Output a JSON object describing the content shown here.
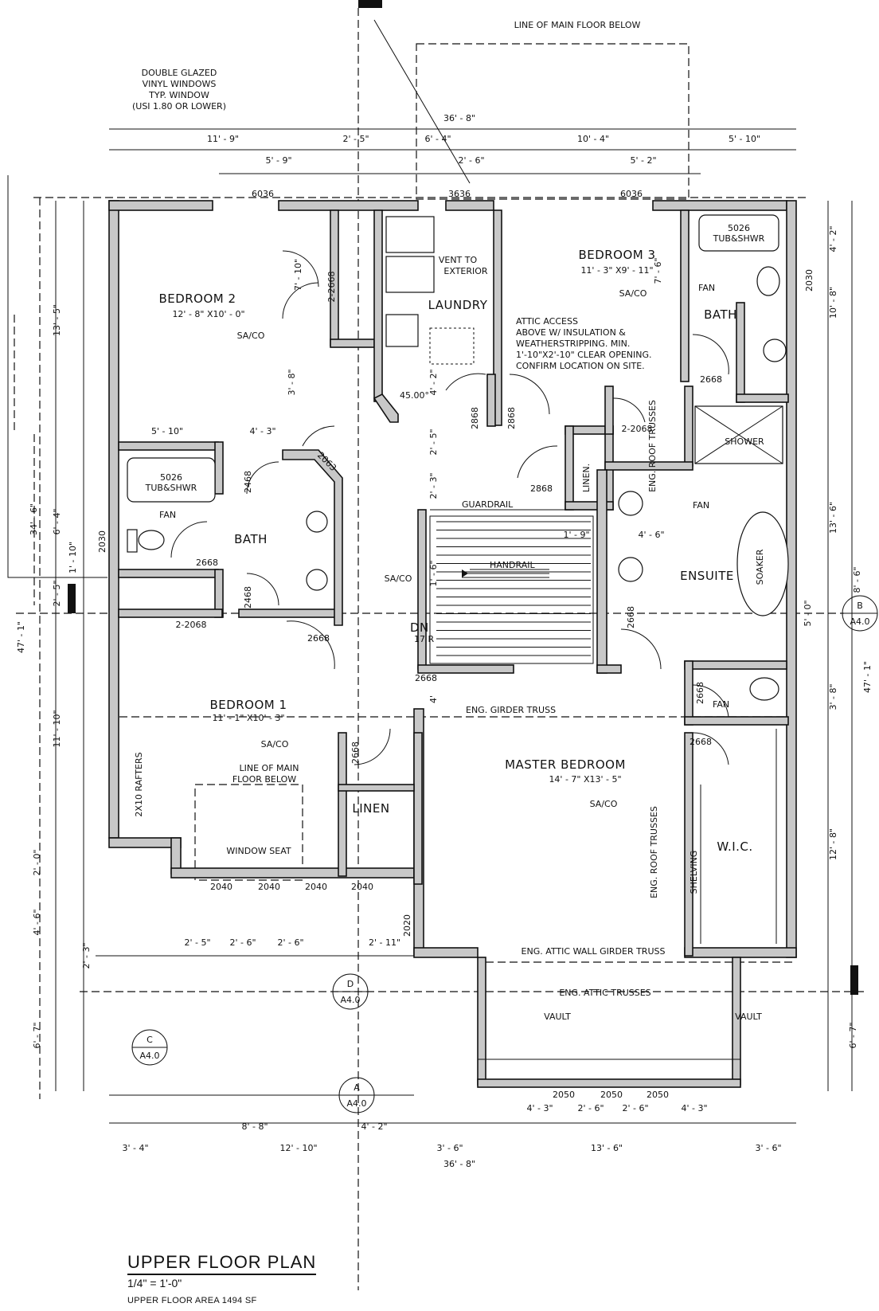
{
  "rooms": {
    "bedroom2": {
      "name": "BEDROOM 2",
      "size": "12' - 8\" X10' - 0\""
    },
    "bedroom3": {
      "name": "BEDROOM 3",
      "size": "11' - 3\" X9' - 11\""
    },
    "bedroom1": {
      "name": "BEDROOM 1",
      "size": "11' - 1\" X10' - 3\""
    },
    "master": {
      "name": "MASTER BEDROOM",
      "size": "14' - 7\" X13' - 5\""
    },
    "laundry": "LAUNDRY",
    "bath_left": "BATH",
    "bath_right": "BATH",
    "ensuite": "ENSUITE",
    "linen_mid": "LINEN.",
    "linen_bottom": "LINEN",
    "wic": "W.I.C.",
    "shower": "SHOWER",
    "vault_left": "VAULT",
    "vault_right": "VAULT"
  },
  "notes": {
    "windows": [
      "DOUBLE GLAZED",
      "VINYL WINDOWS",
      "TYP. WINDOW",
      "(USI 1.80 OR LOWER)"
    ],
    "line_main_top": "LINE OF MAIN FLOOR BELOW",
    "line_main_lower": [
      "LINE OF MAIN",
      "FLOOR BELOW"
    ],
    "vent": [
      "VENT TO",
      "EXTERIOR"
    ],
    "attic": [
      "ATTIC ACCESS",
      "ABOVE W/ INSULATION &",
      "WEATHERSTRIPPING. MIN.",
      "1'-10\"X2'-10\" CLEAR OPENING.",
      "CONFIRM LOCATION ON SITE."
    ],
    "guardrail": "GUARDRAIL",
    "handrail": "HANDRAIL",
    "dn": "DN",
    "risers": "17 R",
    "girder_truss": "ENG. GIRDER TRUSS",
    "roof_trusses": "ENG. ROOF TRUSSES",
    "attic_wall_girder": "ENG. ATTIC WALL GIRDER TRUSS",
    "attic_trusses": "ENG. ATTIC TRUSSES",
    "rafters": "2X10 RAFTERS",
    "window_seat": "WINDOW SEAT",
    "shelving": "SHELVING",
    "soaker": "SOAKER",
    "tub": [
      "5026",
      "TUB&SHWR"
    ],
    "fan": "FAN",
    "saco": "SA/CO",
    "angle": "45.00°"
  },
  "door_tags": {
    "d2668": "2668",
    "d2_2068": "2-2068",
    "d2_2668": "2-2668",
    "d2868": "2868",
    "d2468": "2468",
    "d2030": "2030",
    "d2020": "2020",
    "d2063": "2063"
  },
  "window_tags": {
    "w6036": "6036",
    "w3636": "3636",
    "w2040": "2040",
    "w2050": "2050",
    "w5026": "5026",
    "w2030": "2030"
  },
  "dims_top": {
    "overall": "36' - 8\"",
    "row1": [
      "11' - 9\"",
      "2' - 5\"",
      "6' - 4\"",
      "10' - 4\"",
      "5' - 10\""
    ],
    "row2": [
      "5' - 9\"",
      "2' - 6\"",
      "5' - 2\""
    ]
  },
  "dims_bottom": {
    "row1": [
      "4' - 3\"",
      "2' - 6\"",
      "2' - 6\"",
      "4' - 3\""
    ],
    "row2": [
      "8' - 8\"",
      "4' - 2\""
    ],
    "row3": [
      "3' - 4\"",
      "12' - 10\"",
      "3' - 6\"",
      "13' - 6\"",
      "3' - 6\""
    ],
    "overall": "36' - 8\"",
    "porch": [
      "2' - 5\"",
      "2' - 6\"",
      "2' - 6\"",
      "2' - 11\""
    ]
  },
  "dims_left": {
    "overall": "47' - 1\"",
    "mid": "34' - 6\"",
    "segs": [
      "13' - 5\"",
      "6' - 4\"",
      "1' - 10\"",
      "2' - 5\"",
      "11' - 10\"",
      "2' - 0\"",
      "4' - 6\"",
      "6' - 7\"",
      "2' - 3\""
    ]
  },
  "dims_right": {
    "overall": "47' - 1\"",
    "segs": [
      "4' - 2\"",
      "10' - 8\"",
      "13' - 6\"",
      "8' - 6\"",
      "3' - 8\"",
      "12' - 8\"",
      "6' - 7\""
    ],
    "small": "5' - 0\""
  },
  "dims_interior": {
    "bedroom2": [
      "3' - 8\"",
      "5' - 10\"",
      "4' - 3\"",
      "7' - 10\""
    ],
    "hall": [
      "4' - 2\"",
      "2' - 5\"",
      "2' - 3\"",
      "1' - 9\"",
      "4' - 6\""
    ],
    "stairs_side": "1' - 6\"",
    "linen_gap": "4'",
    "bath3": "7' - 6\""
  },
  "section_marks": [
    {
      "letter": "B",
      "sheet": "A4.0"
    },
    {
      "letter": "D",
      "sheet": "A4.0"
    },
    {
      "letter": "C",
      "sheet": "A4.0"
    },
    {
      "letter": "A",
      "sheet": "A4.0"
    }
  ],
  "title": {
    "name": "UPPER FLOOR PLAN",
    "scale": "1/4\" = 1'-0\"",
    "area": "UPPER FLOOR AREA  1494 SF"
  }
}
